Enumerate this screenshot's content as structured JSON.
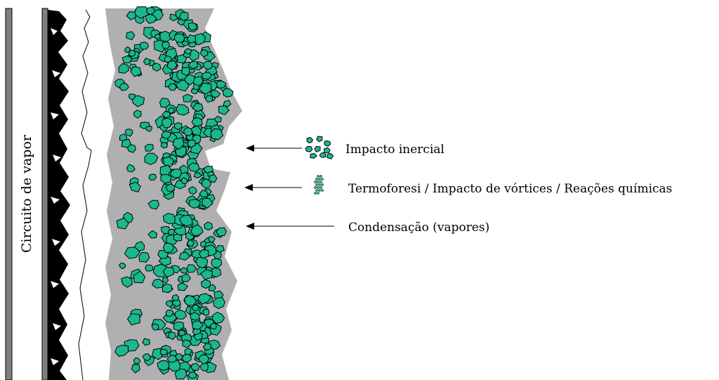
{
  "diagram": {
    "wall_label": "Circuito de vapor",
    "legend": [
      {
        "label": "Impacto inercial",
        "marker": "large-particle-cluster-icon"
      },
      {
        "label": "Termoforesi / Impacto de vórtices / Reações químicas",
        "marker": "small-particle-cluster-icon"
      },
      {
        "label": "Condensação (vapores)",
        "marker": "none"
      }
    ]
  },
  "colors": {
    "particle_fill": "#1ab88e",
    "deposit_layer": "#b0b0b0",
    "tube_wall": "#7f7f7f",
    "slag_layer": "#000000",
    "outline": "#000000"
  }
}
